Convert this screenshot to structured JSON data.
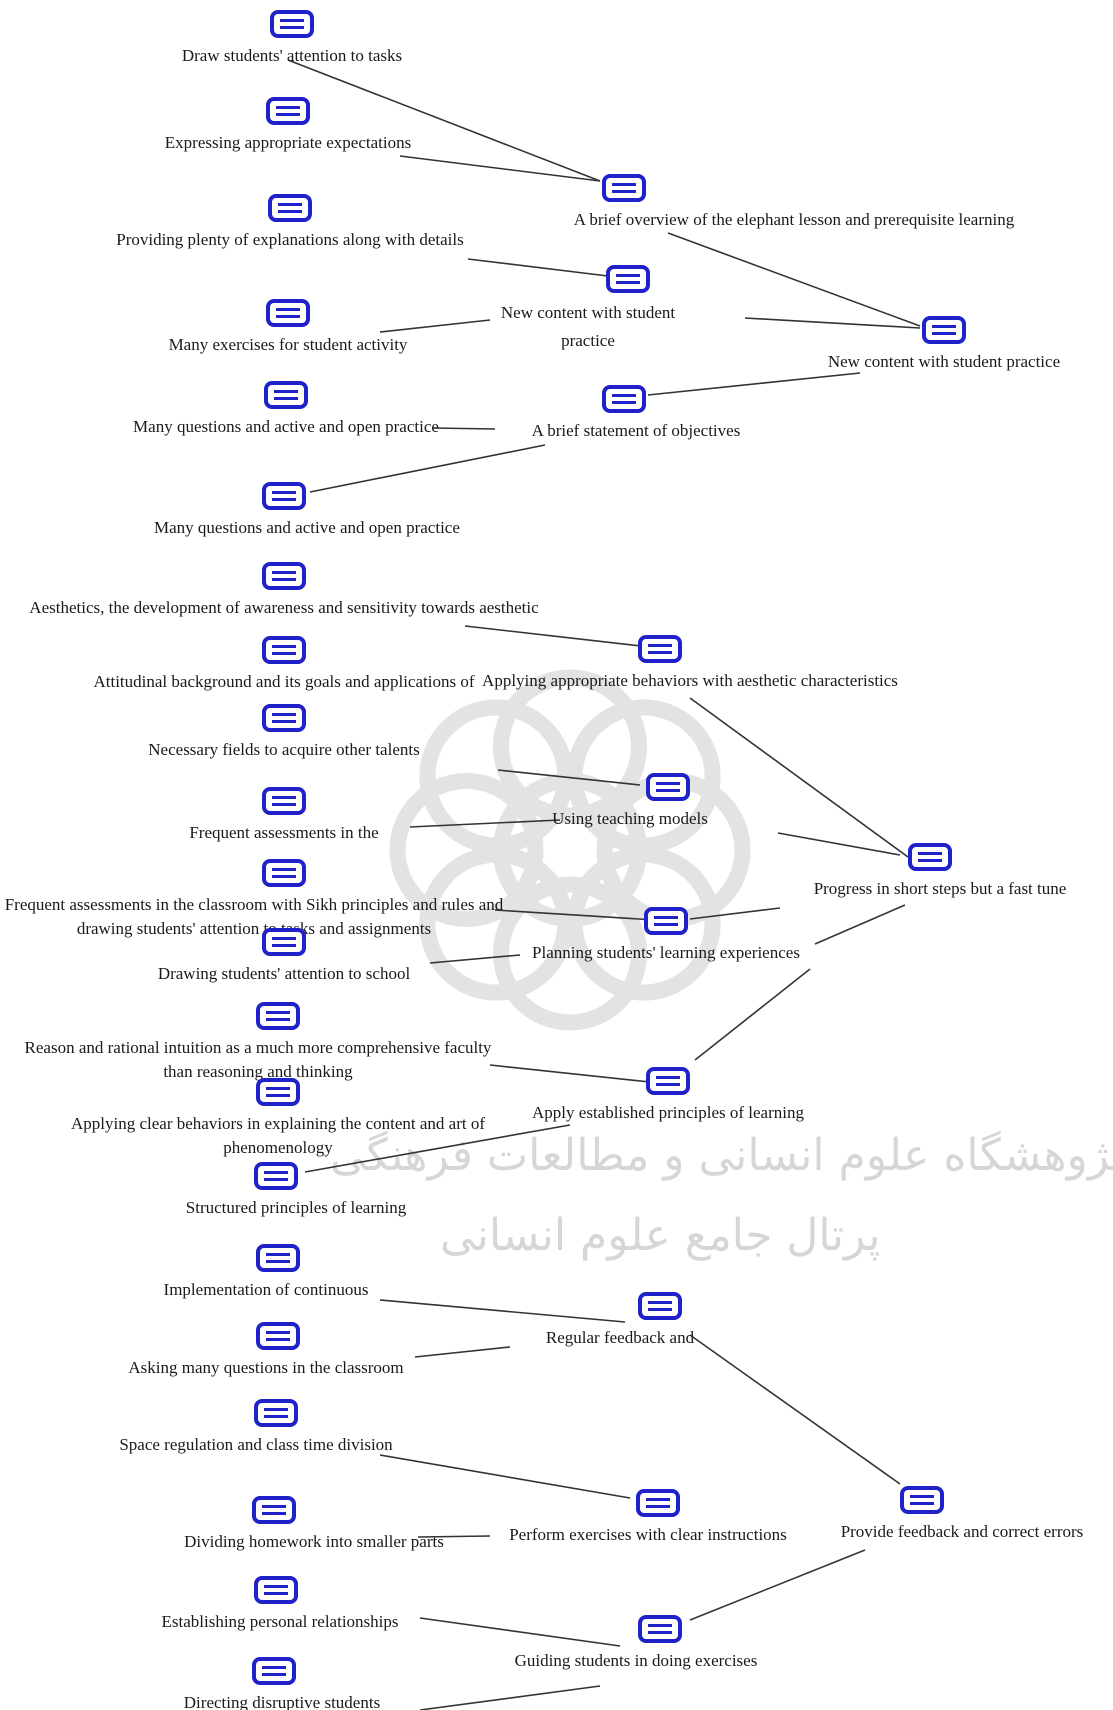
{
  "watermark": {
    "line1": "پژوهشگاه علوم انسانی و مطالعات فرهنگی",
    "line2": "پرتال جامع علوم انسانی"
  },
  "nodes": {
    "n01": "Draw students' attention to tasks",
    "n02": "Expressing appropriate expectations",
    "n03": "Providing plenty of explanations along with details",
    "n04": "Many exercises for student activity",
    "n05": "Many questions and active and open practice",
    "n06": "Many questions and active and open practice",
    "n07": "Aesthetics, the development of awareness and sensitivity towards aesthetic",
    "n08": "Attitudinal background and its goals and applications of",
    "n09": "Necessary fields to acquire other talents",
    "n10": "Frequent assessments in the",
    "n11": "Frequent assessments in the classroom with Sikh principles and rules and drawing students' attention to tasks and assignments",
    "n12": "Drawing students' attention to school",
    "n13": "Reason and rational intuition as a much more comprehensive faculty than reasoning and thinking",
    "n14": "Applying clear behaviors in explaining the content and art of phenomenology",
    "n15": "Structured principles of learning",
    "n16": "Implementation of continuous",
    "n17": "Asking many questions in the classroom",
    "n18": "Space regulation and class time division",
    "n19": "Dividing homework into smaller parts",
    "n20": "Establishing personal relationships",
    "n21": "Directing disruptive students",
    "m01": "A brief overview of the elephant lesson and prerequisite learning",
    "m02": "New content with student practice",
    "m03": "A brief statement of objectives",
    "m04": "Applying appropriate behaviors with aesthetic characteristics",
    "m05": "Using teaching models",
    "m06": "Planning students' learning experiences",
    "m07": "Apply established principles of learning",
    "m08": "Regular feedback and",
    "m09": "Perform exercises with clear instructions",
    "m10": "Guiding students in doing exercises",
    "r01": "New content with student practice",
    "r02": "Progress in short steps but a fast tune",
    "r03": "Provide feedback and correct errors"
  },
  "colors": {
    "icon": "#1e22c8",
    "edge": "#333333",
    "text": "#1a1a1a"
  }
}
